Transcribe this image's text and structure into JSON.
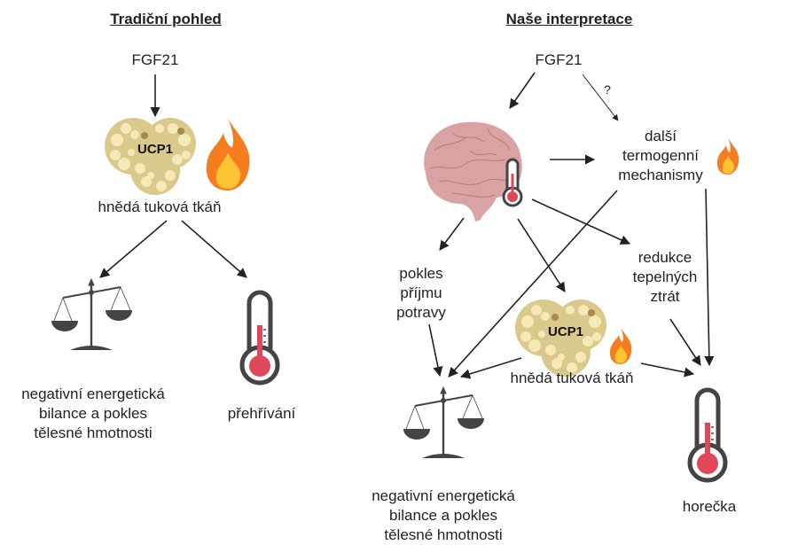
{
  "left_panel": {
    "title": "Tradiční pohled",
    "source": "FGF21",
    "tissue_protein": "UCP1",
    "tissue_label": "hnědá tuková tkáň",
    "outcome_balance": [
      "negativní energetická",
      "bilance a pokles",
      "tělesné hmotnosti"
    ],
    "outcome_temp": "přehřívání"
  },
  "right_panel": {
    "title": "Naše interpretace",
    "source": "FGF21",
    "question_mark": "?",
    "other_mechanisms": [
      "další",
      "termogenní",
      "mechanismy"
    ],
    "food_intake": [
      "pokles",
      "příjmu",
      "potravy"
    ],
    "heat_loss": [
      "redukce",
      "tepelných",
      "ztrát"
    ],
    "tissue_protein": "UCP1",
    "tissue_label": "hnědá tuková tkáň",
    "outcome_balance": [
      "negativní energetická",
      "bilance a pokles",
      "tělesné hmotnosti"
    ],
    "outcome_temp": "horečka"
  },
  "colors": {
    "fat_cell": "#d9c98a",
    "fat_droplet": "#f5e9b8",
    "brain": "#d9a3a3",
    "thermo_red": "#e0475b",
    "icon_dark": "#444444",
    "flame_outer": "#f57c1f",
    "flame_inner": "#fcc433"
  }
}
